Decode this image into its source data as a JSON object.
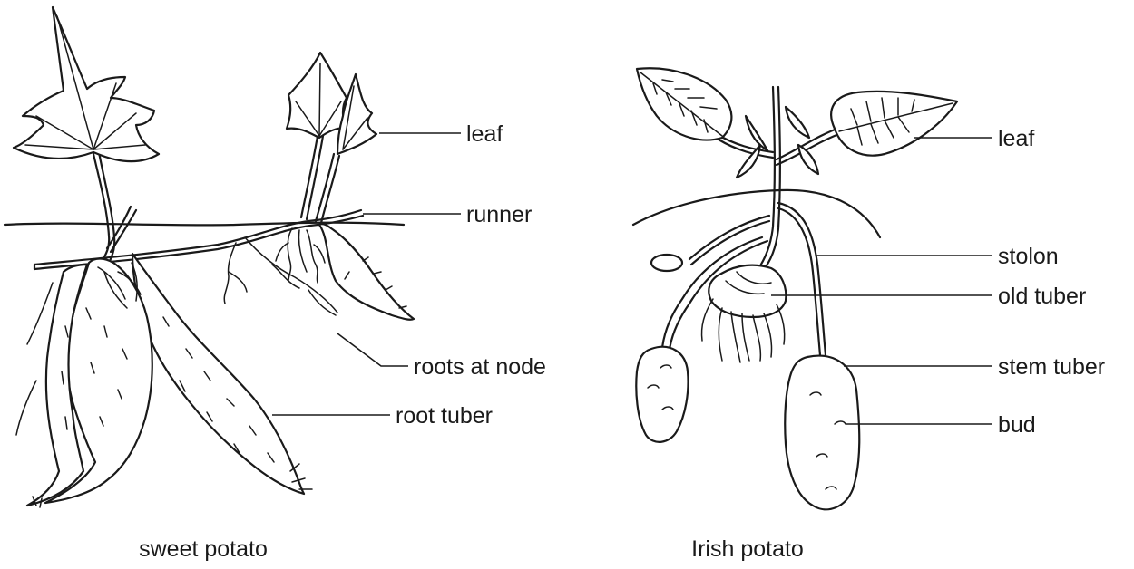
{
  "sweet_potato": {
    "caption": "sweet potato",
    "labels": {
      "leaf": "leaf",
      "runner": "runner",
      "roots_at_node": "roots at node",
      "root_tuber": "root tuber"
    }
  },
  "irish_potato": {
    "caption": "Irish potato",
    "labels": {
      "leaf": "leaf",
      "stolon": "stolon",
      "old_tuber": "old tuber",
      "stem_tuber": "stem tuber",
      "bud": "bud"
    }
  }
}
